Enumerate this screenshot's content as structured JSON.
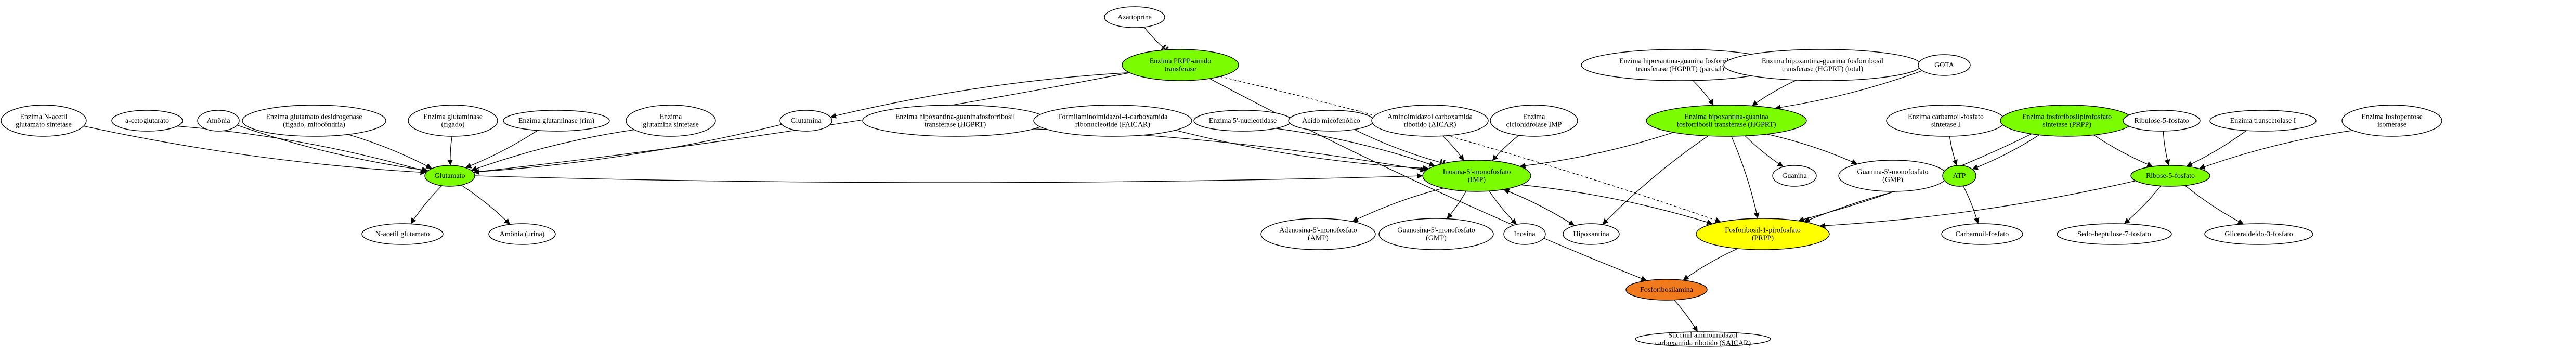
{
  "colors": {
    "default_fill": "#ffffff",
    "green": "#7cfc00",
    "yellow": "#ffff00",
    "orange": "#f07a1c"
  },
  "nodes": [
    {
      "id": "azatioprina",
      "lines": [
        "Azatioprina"
      ],
      "fill": "default_fill"
    },
    {
      "id": "prpp_amido",
      "lines": [
        "Enzima PRPP-amido",
        "transferase"
      ],
      "fill": "green"
    },
    {
      "id": "hgprt_parcial",
      "lines": [
        "Enzima hipoxantina-guanina fosforribosil",
        "transferase (HGPRT) (parcial)"
      ],
      "fill": "default_fill"
    },
    {
      "id": "hgprt_total",
      "lines": [
        "Enzima hipoxantina-guanina fosforribosil",
        "transferase (HGPRT) (total)"
      ],
      "fill": "default_fill"
    },
    {
      "id": "gota",
      "lines": [
        "GOTA"
      ],
      "fill": "default_fill"
    },
    {
      "id": "n_acetil_sint",
      "lines": [
        "Enzima N-acetil",
        "glutamato sintetase"
      ],
      "fill": "default_fill"
    },
    {
      "id": "a_ceto",
      "lines": [
        "a-cetoglutarato"
      ],
      "fill": "default_fill"
    },
    {
      "id": "amonia",
      "lines": [
        "Amônia"
      ],
      "fill": "default_fill"
    },
    {
      "id": "glut_desid",
      "lines": [
        "Enzima glutamato desidrogenase",
        "(fígado, mitocôndria)"
      ],
      "fill": "default_fill"
    },
    {
      "id": "glutaminase_f",
      "lines": [
        "Enzima glutaminase",
        "(fígado)"
      ],
      "fill": "default_fill"
    },
    {
      "id": "glutaminase_r",
      "lines": [
        "Enzima glutaminase (rim)"
      ],
      "fill": "default_fill"
    },
    {
      "id": "glutamina_sint",
      "lines": [
        "Enzima",
        "glutamina sintetase"
      ],
      "fill": "default_fill"
    },
    {
      "id": "glutamina",
      "lines": [
        "Glutamina"
      ],
      "fill": "default_fill"
    },
    {
      "id": "hgprt_enz",
      "lines": [
        "Enzima hipoxantina-guaninafosforribosil",
        "transferase (HGPRT)"
      ],
      "fill": "default_fill"
    },
    {
      "id": "faicar",
      "lines": [
        "Formilaminoimidazol-4-carboxamida",
        "ribonucleotide (FAICAR)"
      ],
      "fill": "default_fill"
    },
    {
      "id": "nucleotidase",
      "lines": [
        "Enzima 5'-nucleotidase"
      ],
      "fill": "default_fill"
    },
    {
      "id": "micofenolico",
      "lines": [
        "Ácido micofenólico"
      ],
      "fill": "default_fill"
    },
    {
      "id": "aicar",
      "lines": [
        "Aminoimidazol carboxamida",
        "ribotido (AICAR)"
      ],
      "fill": "default_fill"
    },
    {
      "id": "ciclohidrolase",
      "lines": [
        "Enzima",
        "ciclohidrolase IMP"
      ],
      "fill": "default_fill"
    },
    {
      "id": "hgprt_green",
      "lines": [
        "Enzima hipoxantina-guanina",
        "fosforribosil transferase (HGPRT)"
      ],
      "fill": "green"
    },
    {
      "id": "carb_sint",
      "lines": [
        "Enzima carbamoil-fosfato",
        "sintetase I"
      ],
      "fill": "default_fill"
    },
    {
      "id": "prpp_sint",
      "lines": [
        "Enzima fosforibosilpirofosfato",
        "sintetase (PRPP)"
      ],
      "fill": "green"
    },
    {
      "id": "ribulose",
      "lines": [
        "Ribulose-5-fosfato"
      ],
      "fill": "default_fill"
    },
    {
      "id": "transcetolase",
      "lines": [
        "Enzima transcetolase I"
      ],
      "fill": "default_fill"
    },
    {
      "id": "isomerase",
      "lines": [
        "Enzima fosfopentose",
        "isomerase"
      ],
      "fill": "default_fill"
    },
    {
      "id": "glutamato",
      "lines": [
        "Glutamato"
      ],
      "fill": "green"
    },
    {
      "id": "imp",
      "lines": [
        "Inosina-5'-monofosfato",
        "(IMP)"
      ],
      "fill": "green"
    },
    {
      "id": "guanina",
      "lines": [
        "Guanina"
      ],
      "fill": "default_fill"
    },
    {
      "id": "gmp_right",
      "lines": [
        "Guanina-5'-monofosfato",
        "(GMP)"
      ],
      "fill": "default_fill"
    },
    {
      "id": "atp",
      "lines": [
        "ATP"
      ],
      "fill": "green"
    },
    {
      "id": "ribose",
      "lines": [
        "Ribose-5-fosfato"
      ],
      "fill": "green"
    },
    {
      "id": "n_acetil_glut",
      "lines": [
        "N-acetil glutamato"
      ],
      "fill": "default_fill"
    },
    {
      "id": "amonia_urina",
      "lines": [
        "Amônia (urina)"
      ],
      "fill": "default_fill"
    },
    {
      "id": "amp",
      "lines": [
        "Adenosina-5'-monofosfato",
        "(AMP)"
      ],
      "fill": "default_fill"
    },
    {
      "id": "gmp",
      "lines": [
        "Guanosina-5'-monofosfato",
        "(GMP)"
      ],
      "fill": "default_fill"
    },
    {
      "id": "inosina",
      "lines": [
        "Inosina"
      ],
      "fill": "default_fill"
    },
    {
      "id": "hipoxantina",
      "lines": [
        "Hipoxantina"
      ],
      "fill": "default_fill"
    },
    {
      "id": "prpp",
      "lines": [
        "Fosforibosil-1-pirofosfato",
        "(PRPP)"
      ],
      "fill": "yellow"
    },
    {
      "id": "carbamoil_fosf",
      "lines": [
        "Carbamoil-fosfato"
      ],
      "fill": "default_fill"
    },
    {
      "id": "sedo",
      "lines": [
        "Sedo-heptulose-7-fosfato"
      ],
      "fill": "default_fill"
    },
    {
      "id": "gliceraldeido",
      "lines": [
        "Gliceraldeído-3-fosfato"
      ],
      "fill": "default_fill"
    },
    {
      "id": "fosforibosilamina",
      "lines": [
        "Fosforibosilamina"
      ],
      "fill": "orange"
    },
    {
      "id": "saicar",
      "lines": [
        "Succinil aminoimidazol",
        "carboxamida ribotido (SAICAR)"
      ],
      "fill": "default_fill"
    }
  ],
  "edges": [
    {
      "from": "azatioprina",
      "to": "prpp_amido",
      "arrow": "tee"
    },
    {
      "from": "prpp_amido",
      "to": "glutamato",
      "arrow": "normal"
    },
    {
      "from": "prpp_amido",
      "to": "glutamina",
      "arrow": "normal"
    },
    {
      "from": "prpp_amido",
      "to": "prpp",
      "arrow": "normal",
      "dashed": true
    },
    {
      "from": "prpp_amido",
      "to": "fosforibosilamina",
      "arrow": "normal"
    },
    {
      "from": "hgprt_parcial",
      "to": "hgprt_green",
      "arrow": "normal"
    },
    {
      "from": "hgprt_total",
      "to": "hgprt_green",
      "arrow": "normal"
    },
    {
      "from": "gota",
      "to": "hgprt_green",
      "arrow": "normal"
    },
    {
      "from": "n_acetil_sint",
      "to": "glutamato",
      "arrow": "normal"
    },
    {
      "from": "a_ceto",
      "to": "glutamato",
      "arrow": "normal"
    },
    {
      "from": "amonia",
      "to": "glutamato",
      "arrow": "normal"
    },
    {
      "from": "glut_desid",
      "to": "glutamato",
      "arrow": "normal"
    },
    {
      "from": "glutaminase_f",
      "to": "glutamato",
      "arrow": "normal"
    },
    {
      "from": "glutaminase_r",
      "to": "glutamato",
      "arrow": "normal"
    },
    {
      "from": "glutamina_sint",
      "to": "glutamato",
      "arrow": "normal"
    },
    {
      "from": "glutamina",
      "to": "glutamato",
      "arrow": "normal"
    },
    {
      "from": "glutamato",
      "to": "n_acetil_glut",
      "arrow": "normal"
    },
    {
      "from": "glutamato",
      "to": "amonia_urina",
      "arrow": "normal"
    },
    {
      "from": "glutamato",
      "to": "imp",
      "arrow": "normal"
    },
    {
      "from": "hgprt_enz",
      "to": "imp",
      "arrow": "normal"
    },
    {
      "from": "faicar",
      "to": "imp",
      "arrow": "normal"
    },
    {
      "from": "nucleotidase",
      "to": "imp",
      "arrow": "normal"
    },
    {
      "from": "micofenolico",
      "to": "imp",
      "arrow": "tee"
    },
    {
      "from": "aicar",
      "to": "imp",
      "arrow": "normal"
    },
    {
      "from": "ciclohidrolase",
      "to": "imp",
      "arrow": "normal"
    },
    {
      "from": "hgprt_green",
      "to": "imp",
      "arrow": "normal"
    },
    {
      "from": "hgprt_green",
      "to": "guanina",
      "arrow": "normal"
    },
    {
      "from": "hgprt_green",
      "to": "gmp_right",
      "arrow": "normal"
    },
    {
      "from": "hgprt_green",
      "to": "hipoxantina",
      "arrow": "normal"
    },
    {
      "from": "hgprt_green",
      "to": "prpp",
      "arrow": "normal"
    },
    {
      "from": "imp",
      "to": "amp",
      "arrow": "normal"
    },
    {
      "from": "imp",
      "to": "gmp",
      "arrow": "normal"
    },
    {
      "from": "imp",
      "to": "inosina",
      "arrow": "normal"
    },
    {
      "from": "imp",
      "to": "hipoxantina",
      "arrow": "normal"
    },
    {
      "from": "hipoxantina",
      "to": "imp",
      "arrow": "normal"
    },
    {
      "from": "imp",
      "to": "prpp",
      "arrow": "normal"
    },
    {
      "from": "carb_sint",
      "to": "atp",
      "arrow": "normal"
    },
    {
      "from": "prpp_sint",
      "to": "atp",
      "arrow": "normal"
    },
    {
      "from": "prpp_sint",
      "to": "ribose",
      "arrow": "normal"
    },
    {
      "from": "prpp_sint",
      "to": "prpp",
      "arrow": "normal"
    },
    {
      "from": "ribulose",
      "to": "ribose",
      "arrow": "normal"
    },
    {
      "from": "transcetolase",
      "to": "ribose",
      "arrow": "normal"
    },
    {
      "from": "isomerase",
      "to": "ribose",
      "arrow": "normal"
    },
    {
      "from": "atp",
      "to": "carbamoil_fosf",
      "arrow": "normal"
    },
    {
      "from": "atp",
      "to": "prpp",
      "arrow": "normal"
    },
    {
      "from": "ribose",
      "to": "sedo",
      "arrow": "normal"
    },
    {
      "from": "ribose",
      "to": "gliceraldeido",
      "arrow": "normal"
    },
    {
      "from": "ribose",
      "to": "prpp",
      "arrow": "normal"
    },
    {
      "from": "prpp",
      "to": "fosforibosilamina",
      "arrow": "normal"
    },
    {
      "from": "fosforibosilamina",
      "to": "saicar",
      "arrow": "normal"
    }
  ]
}
